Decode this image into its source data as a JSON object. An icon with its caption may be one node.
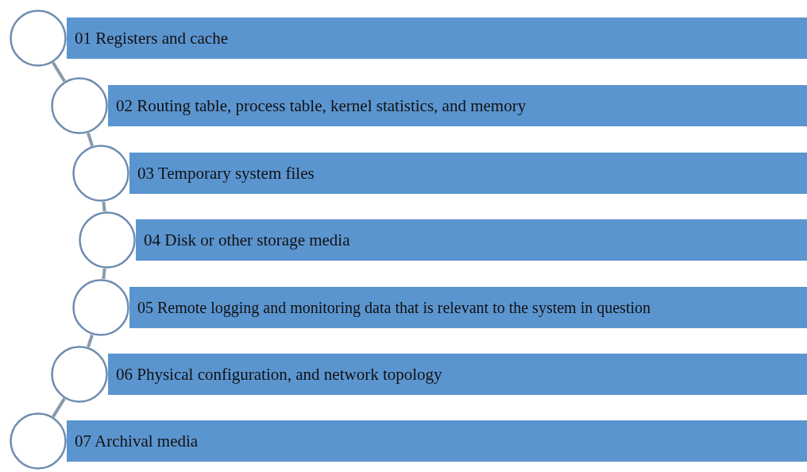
{
  "diagram": {
    "nodes": [
      {
        "text": [
          "01 Registers and cache"
        ]
      },
      {
        "text": [
          "02 Routing table, process table, kernel statistics, and memory"
        ]
      },
      {
        "text": [
          "03 Temporary system files"
        ]
      },
      {
        "text": [
          "04 Disk or other storage media"
        ]
      },
      {
        "text": [
          "05 Remote logging and monitoring data that is relevant to the system in question"
        ]
      },
      {
        "text": [
          "06 Physical configuration, and network topology"
        ]
      },
      {
        "text": [
          "07 Archival media"
        ]
      },
      {
        "text": [],
        "shape": "circle"
      },
      {
        "text": [],
        "shape": "circle"
      },
      {
        "text": [],
        "shape": "circle"
      },
      {
        "text": [],
        "shape": "circle"
      },
      {
        "text": [],
        "shape": "circle"
      },
      {
        "text": [],
        "shape": "circle"
      },
      {
        "text": [],
        "shape": "circle"
      }
    ],
    "edges": [
      {
        "from": 7,
        "to": 8,
        "arrow": "none"
      },
      {
        "from": 8,
        "to": 9,
        "arrow": "none"
      },
      {
        "from": 9,
        "to": 10,
        "arrow": "none"
      },
      {
        "from": 10,
        "to": 11,
        "arrow": "none"
      },
      {
        "from": 11,
        "to": 12,
        "arrow": "none"
      },
      {
        "from": 12,
        "to": 13,
        "arrow": "none"
      }
    ]
  }
}
